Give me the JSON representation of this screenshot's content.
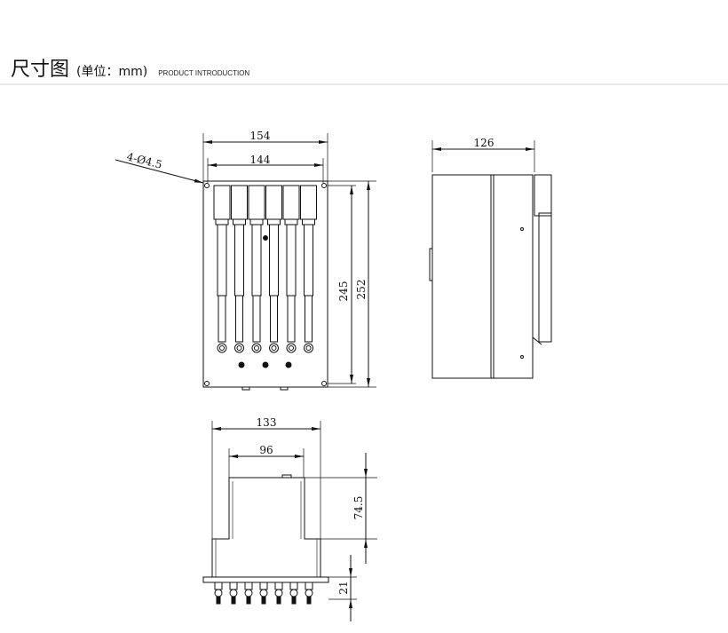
{
  "header": {
    "title": "尺寸图",
    "unit": "(单位：mm)",
    "subtitle": "PRODUCT INTRODUCTION"
  },
  "front_view": {
    "width_outer": "154",
    "width_holes": "144",
    "hole_spec": "4-Ø4.5",
    "height_holes": "245",
    "height_outer": "252",
    "probe_count": 6
  },
  "side_view": {
    "depth": "126"
  },
  "bottom_view": {
    "width_base": "133",
    "width_top": "96",
    "height_body": "74.5",
    "height_connectors": "21"
  }
}
